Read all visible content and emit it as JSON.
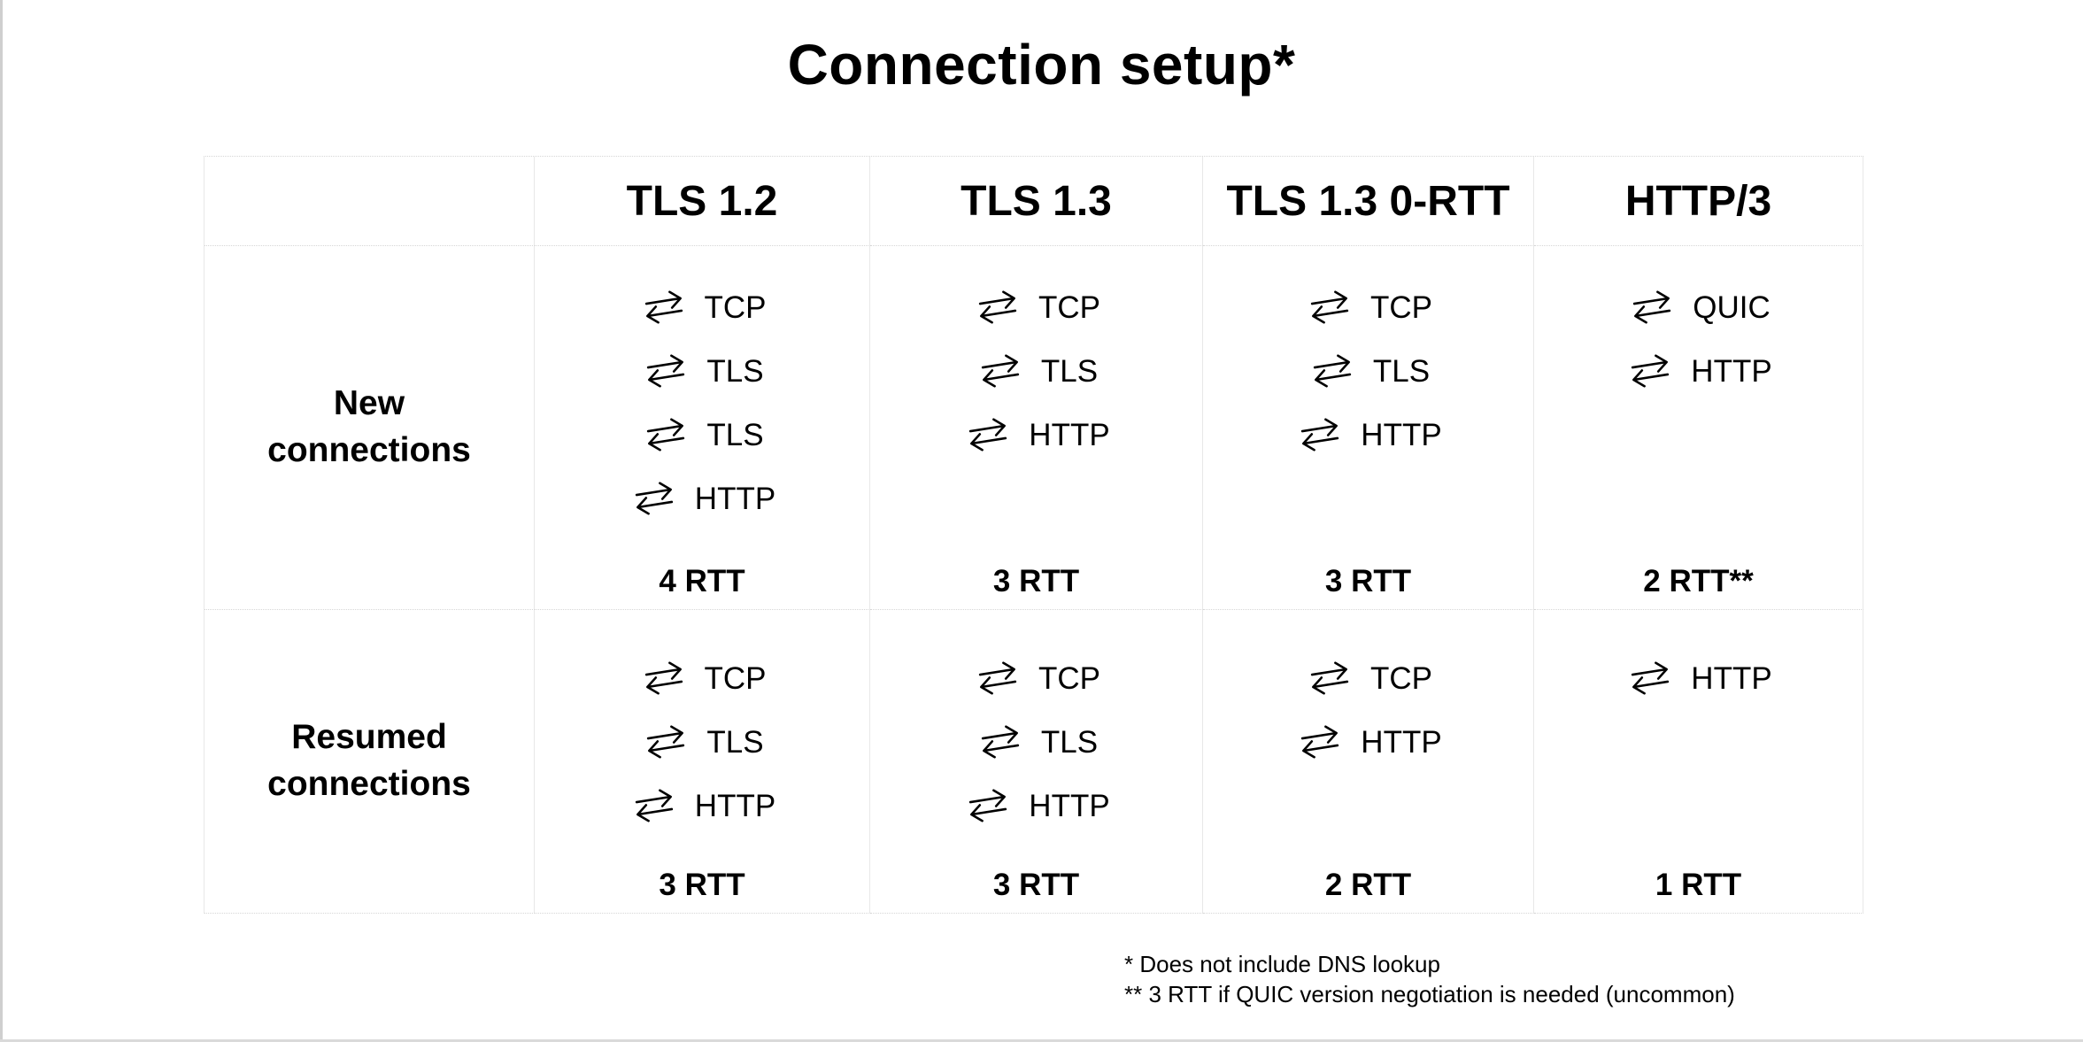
{
  "title": "Connection setup*",
  "columns": [
    "TLS 1.2",
    "TLS 1.3",
    "TLS 1.3 0-RTT",
    "HTTP/3"
  ],
  "rows": [
    {
      "label": "New connections",
      "cells": [
        {
          "steps": [
            "TCP",
            "TLS",
            "TLS",
            "HTTP"
          ],
          "rtt": "4 RTT"
        },
        {
          "steps": [
            "TCP",
            "TLS",
            "HTTP"
          ],
          "rtt": "3 RTT"
        },
        {
          "steps": [
            "TCP",
            "TLS",
            "HTTP"
          ],
          "rtt": "3 RTT"
        },
        {
          "steps": [
            "QUIC",
            "HTTP"
          ],
          "rtt": "2 RTT**"
        }
      ]
    },
    {
      "label": "Resumed connections",
      "cells": [
        {
          "steps": [
            "TCP",
            "TLS",
            "HTTP"
          ],
          "rtt": "3 RTT"
        },
        {
          "steps": [
            "TCP",
            "TLS",
            "HTTP"
          ],
          "rtt": "3 RTT"
        },
        {
          "steps": [
            "TCP",
            "HTTP"
          ],
          "rtt": "2 RTT"
        },
        {
          "steps": [
            "HTTP"
          ],
          "rtt": "1 RTT"
        }
      ]
    }
  ],
  "footnotes": {
    "line1": "* Does not include DNS lookup",
    "line2": "** 3 RTT if QUIC version negotiation is needed (uncommon)"
  },
  "icons": {
    "round_trip": "round-trip-arrows-icon"
  },
  "colors": {
    "text": "#000000",
    "grid_border": "#e8e8e8",
    "dotted_border": "#d6d6d6",
    "page_edge": "#cfcfcf",
    "background": "#ffffff"
  },
  "chart_data": {
    "type": "table",
    "title": "Connection setup*",
    "columns": [
      "",
      "TLS 1.2",
      "TLS 1.3",
      "TLS 1.3 0-RTT",
      "HTTP/3"
    ],
    "rows": [
      {
        "label": "New connections",
        "cells": [
          {
            "round_trips": [
              "TCP",
              "TLS",
              "TLS",
              "HTTP"
            ],
            "total": "4 RTT",
            "rtt_count": 4
          },
          {
            "round_trips": [
              "TCP",
              "TLS",
              "HTTP"
            ],
            "total": "3 RTT",
            "rtt_count": 3
          },
          {
            "round_trips": [
              "TCP",
              "TLS",
              "HTTP"
            ],
            "total": "3 RTT",
            "rtt_count": 3
          },
          {
            "round_trips": [
              "QUIC",
              "HTTP"
            ],
            "total": "2 RTT**",
            "rtt_count": 2
          }
        ]
      },
      {
        "label": "Resumed connections",
        "cells": [
          {
            "round_trips": [
              "TCP",
              "TLS",
              "HTTP"
            ],
            "total": "3 RTT",
            "rtt_count": 3
          },
          {
            "round_trips": [
              "TCP",
              "TLS",
              "HTTP"
            ],
            "total": "3 RTT",
            "rtt_count": 3
          },
          {
            "round_trips": [
              "TCP",
              "HTTP"
            ],
            "total": "2 RTT",
            "rtt_count": 2
          },
          {
            "round_trips": [
              "HTTP"
            ],
            "total": "1 RTT",
            "rtt_count": 1
          }
        ]
      }
    ],
    "footnotes": [
      "* Does not include DNS lookup",
      "** 3 RTT if QUIC version negotiation is needed (uncommon)"
    ],
    "legend_position": "none",
    "grid": true
  }
}
